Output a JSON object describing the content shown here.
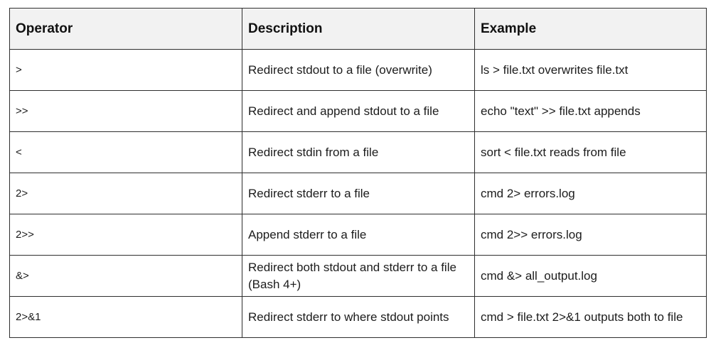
{
  "table": {
    "headers": {
      "operator": "Operator",
      "description": "Description",
      "example": "Example"
    },
    "rows": [
      {
        "operator": ">",
        "description": "Redirect stdout to a file (overwrite)",
        "example": "ls > file.txt overwrites file.txt"
      },
      {
        "operator": ">>",
        "description": "Redirect and append stdout to a file",
        "example": "echo \"text\" >> file.txt appends"
      },
      {
        "operator": "<",
        "description": "Redirect stdin from a file",
        "example": "sort < file.txt reads from file"
      },
      {
        "operator": "2>",
        "description": "Redirect stderr to a file",
        "example": "cmd 2> errors.log"
      },
      {
        "operator": "2>>",
        "description": "Append stderr to a file",
        "example": "cmd 2>> errors.log"
      },
      {
        "operator": "&>",
        "description": "Redirect both stdout and stderr to a file (Bash 4+)",
        "example": "cmd &> all_output.log"
      },
      {
        "operator": "2>&1",
        "description": "Redirect stderr to where stdout points",
        "example": "cmd > file.txt 2>&1 outputs both to file"
      }
    ]
  }
}
